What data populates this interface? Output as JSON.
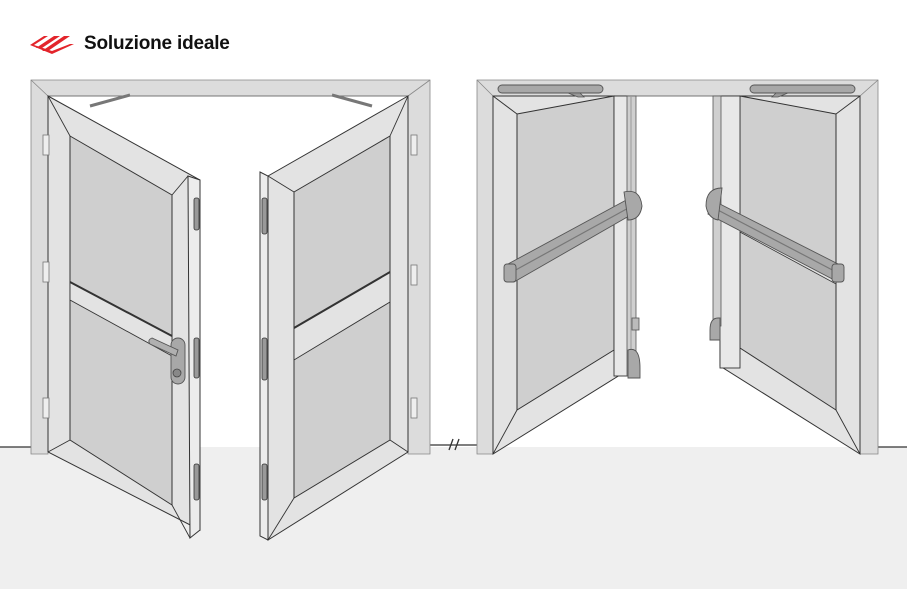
{
  "header": {
    "title": "Soluzione ideale",
    "logo_icon": "red-stripes-logo-icon",
    "brand_color": "#e3242b"
  },
  "illustration": {
    "left_scene": {
      "description": "double door, both leaves open, lever handle with cylinder lock on left leaf",
      "hardware": [
        "lever-handle",
        "hinges",
        "flush-bolts"
      ]
    },
    "right_scene": {
      "description": "double door with panic exit bars and overhead door closers",
      "hardware": [
        "panic-bar-left",
        "panic-bar-right",
        "door-closer-left",
        "door-closer-right",
        "vertical-rod"
      ]
    },
    "break_symbol": "//"
  },
  "colors": {
    "frame": "#dcdcdc",
    "leaf": "#e6e6e6",
    "panel": "#cfcfcf",
    "floor": "#efefef",
    "outline": "#333333",
    "hardware": "#a8a8a8"
  }
}
